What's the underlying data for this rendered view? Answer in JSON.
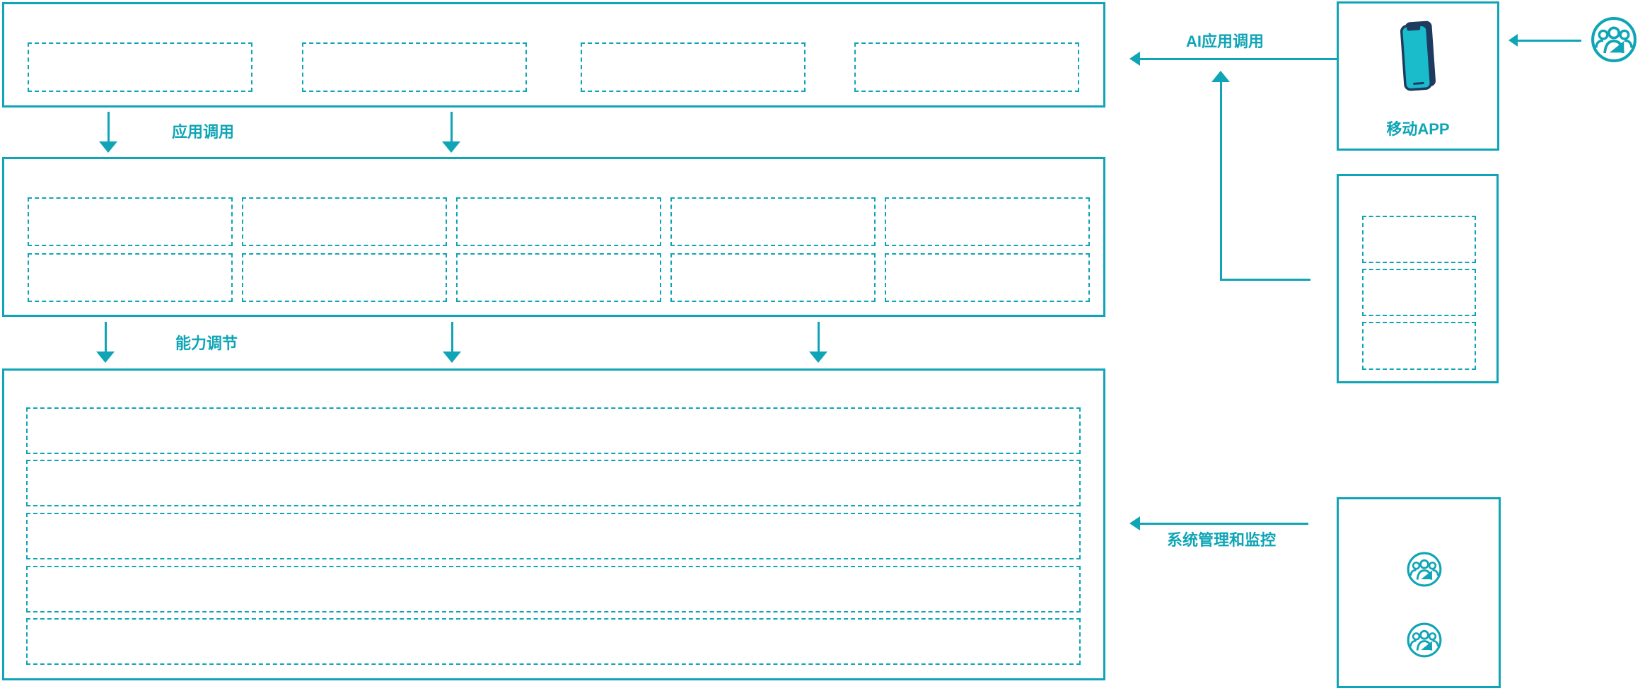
{
  "colors": {
    "accent": "#0FA5B6",
    "phone_frame": "#1E3A5F",
    "phone_screen": "#1ABBCB"
  },
  "connectors": {
    "app_call_label": "应用调用",
    "capability_adjust_label": "能力调节",
    "ai_app_call_label": "AI应用调用",
    "system_monitor_label": "系统管理和监控"
  },
  "layers": {
    "top_panel": {
      "dashed_slots": 4
    },
    "middle_panel": {
      "rows": 2,
      "cols": 5
    },
    "bottom_panel": {
      "rows": 5
    }
  },
  "right_column": {
    "mobile_app": {
      "label": "移动APP",
      "icon": "smartphone-icon"
    },
    "integration_panel": {
      "dashed_slots": 3
    },
    "admin_panel": {
      "icons": [
        "users-group-icon",
        "users-group-icon"
      ]
    },
    "external_user": {
      "icon": "users-group-icon"
    }
  }
}
